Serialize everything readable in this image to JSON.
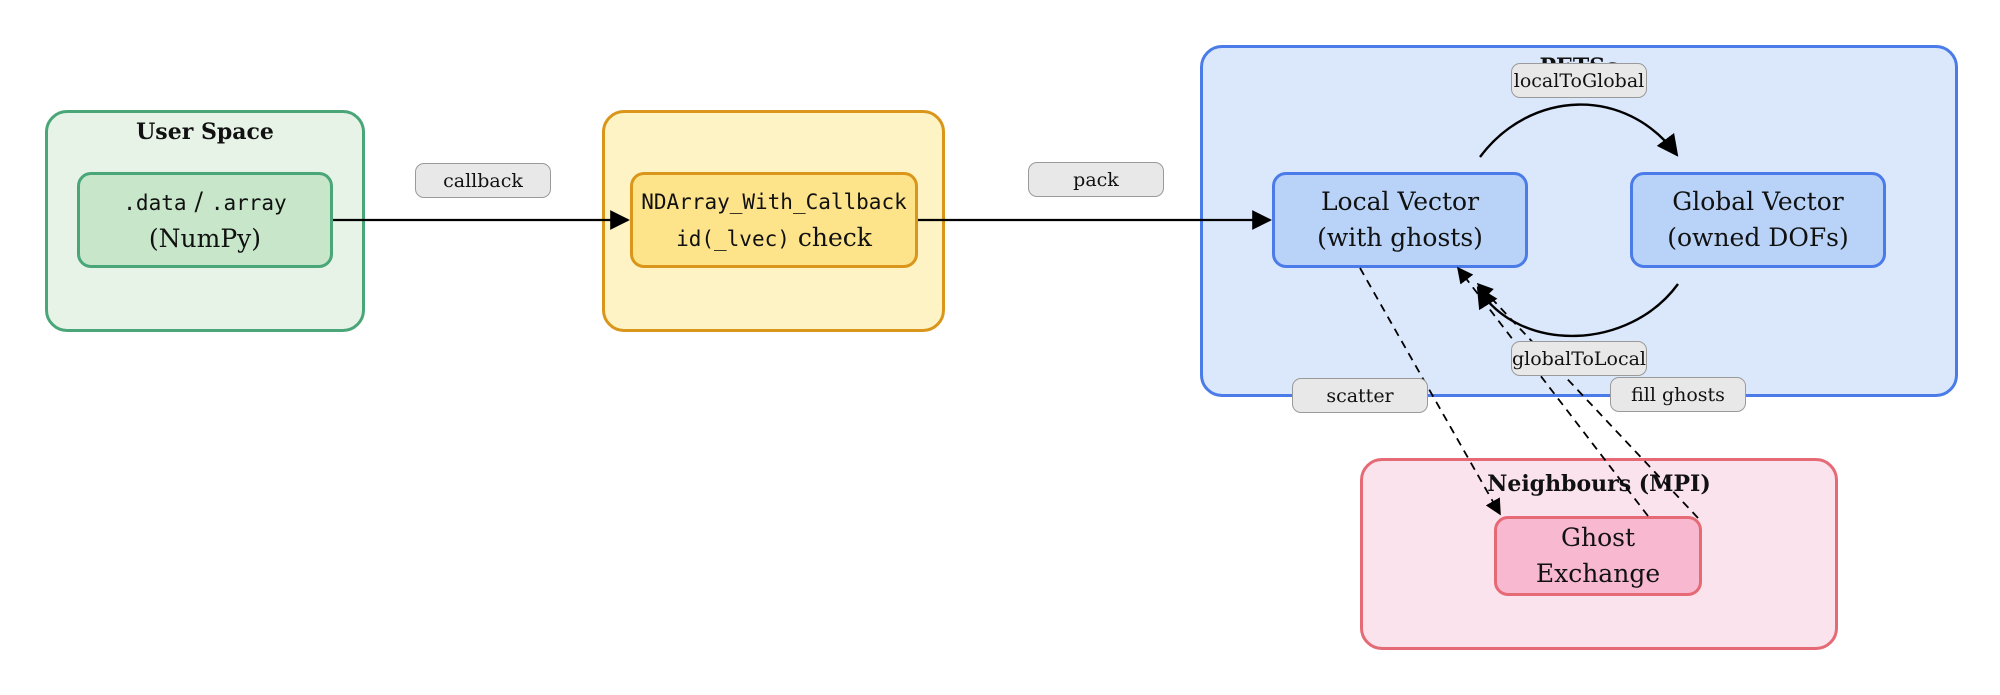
{
  "clusters": {
    "user_space": {
      "title": "User Space"
    },
    "wrapper": {
      "title": ""
    },
    "petsc": {
      "title": "PETSc"
    },
    "neighbours": {
      "title": "Neighbours (MPI)"
    }
  },
  "nodes": {
    "numpy": {
      "code_a": ".data",
      "sep": "/",
      "code_b": ".array",
      "line2": "(NumPy)"
    },
    "callback": {
      "line1": "NDArray_With_Callback",
      "code": "id(_lvec)",
      "line2_text": "check"
    },
    "local_vector": {
      "line1": "Local Vector",
      "line2": "(with ghosts)"
    },
    "global_vector": {
      "line1": "Global Vector",
      "line2": "(owned DOFs)"
    },
    "ghost_exchange": {
      "line1": "Ghost Exchange"
    }
  },
  "edge_labels": {
    "callback": "callback",
    "pack": "pack",
    "local_to_global": "localToGlobal",
    "global_to_local": "globalToLocal",
    "scatter": "scatter",
    "fill_ghosts": "fill ghosts"
  },
  "colors": {
    "green_fill": "#e8f3e8",
    "green_border": "#4aa678",
    "green_node": "#c8e6c9",
    "yellow_fill": "#fdf3c4",
    "yellow_border": "#d9961a",
    "yellow_node": "#fde38a",
    "blue_fill": "#dbe8fb",
    "blue_border": "#4a7be8",
    "blue_node": "#b9d3f8",
    "pink_fill": "#fae3ec",
    "pink_border": "#e56a76",
    "pink_node": "#f8b8cf"
  }
}
